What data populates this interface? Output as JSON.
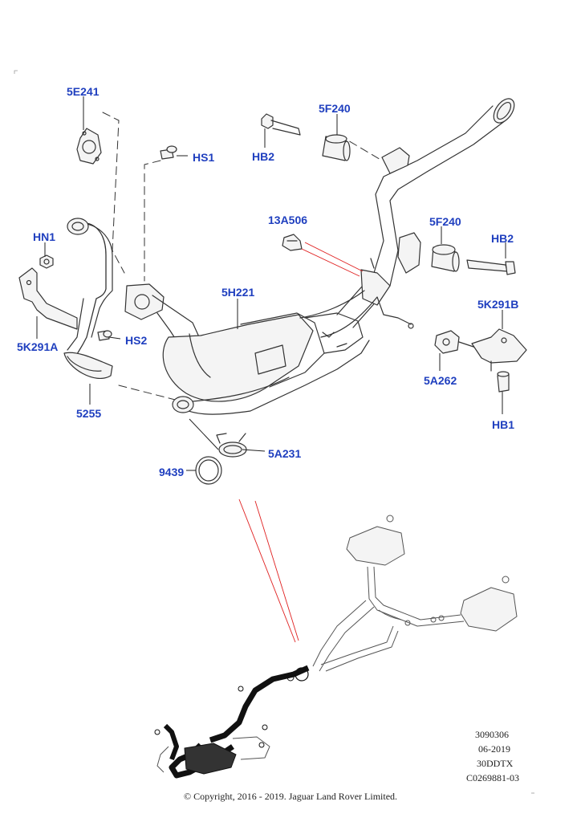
{
  "callouts": {
    "c5E241": "5E241",
    "c5F240_top": "5F240",
    "cHS1": "HS1",
    "cHB2_top": "HB2",
    "c13A506": "13A506",
    "c5F240_right": "5F240",
    "cHB2_right": "HB2",
    "cHN1": "HN1",
    "c5H221": "5H221",
    "c5K291B": "5K291B",
    "cHS2": "HS2",
    "c5K291A": "5K291A",
    "c5A262": "5A262",
    "c5255": "5255",
    "cHB1": "HB1",
    "c5A231": "5A231",
    "c9439": "9439"
  },
  "reference": {
    "number": "3090306",
    "date": "06-2019",
    "code": "30DDTX",
    "catalog": "C0269881-03"
  },
  "copyright": "© Copyright, 2016 - 2019. Jaguar Land Rover Limited.",
  "colors": {
    "callout": "#1f3fbf",
    "leader": "#222222",
    "highlight_line": "#e02020",
    "part_stroke": "#333333",
    "part_fill": "#f4f4f4",
    "highlight_part": "#111111"
  }
}
